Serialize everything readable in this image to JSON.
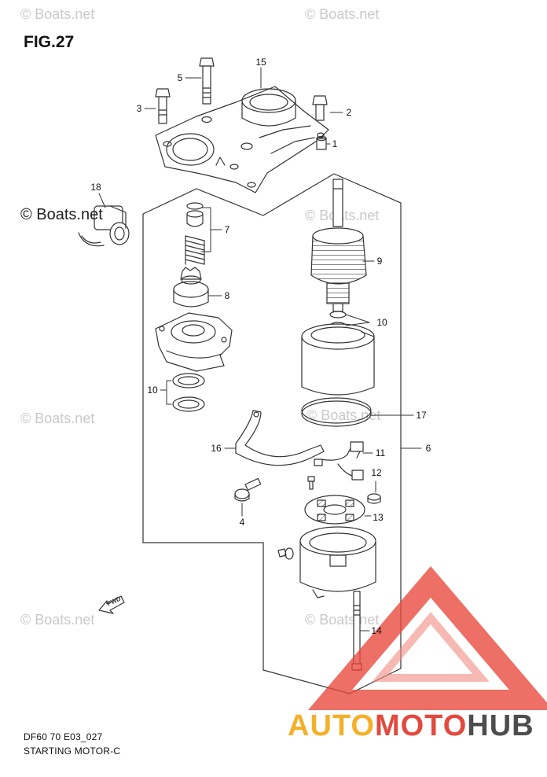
{
  "figure": {
    "title": "FIG.27",
    "caption_code": "DF60 70 E03_027",
    "caption_name": "STARTING MOTOR-C"
  },
  "watermark": {
    "text": "© Boats.net",
    "inline_text": "© Boats.net",
    "large_text": "© Boats.net"
  },
  "fwd_label": "FWD",
  "brand": {
    "part1": "AUTO",
    "part2": "MOTO",
    "part3": "HUB"
  },
  "callouts": {
    "c1": "1",
    "c2": "2",
    "c3": "3",
    "c4": "4",
    "c5": "5",
    "c6": "6",
    "c7": "7",
    "c8": "8",
    "c9": "9",
    "c10a": "10",
    "c10b": "10",
    "c11": "11",
    "c12": "12",
    "c13": "13",
    "c14": "14",
    "c15": "15",
    "c16": "16",
    "c17": "17",
    "c18": "18"
  },
  "colors": {
    "line": "#333333",
    "brand_yellow": "#f3b12b",
    "brand_red": "#e34a3e",
    "brand_gray": "#4d4d4d"
  }
}
